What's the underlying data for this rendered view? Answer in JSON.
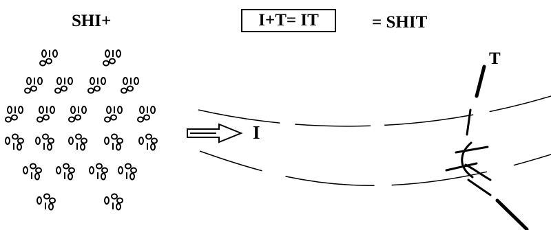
{
  "equation": {
    "part1": "SHI+",
    "part2": "I+T= IT",
    "result": "=  SHIT"
  },
  "diagram": {
    "arrow_label": "I",
    "crossing_label": "T",
    "cluster_glyph_top": "°¦o",
    "cluster_glyph_bottom": "o¦°"
  },
  "colors": {
    "ink": "#000000",
    "background": "#ffffff"
  }
}
